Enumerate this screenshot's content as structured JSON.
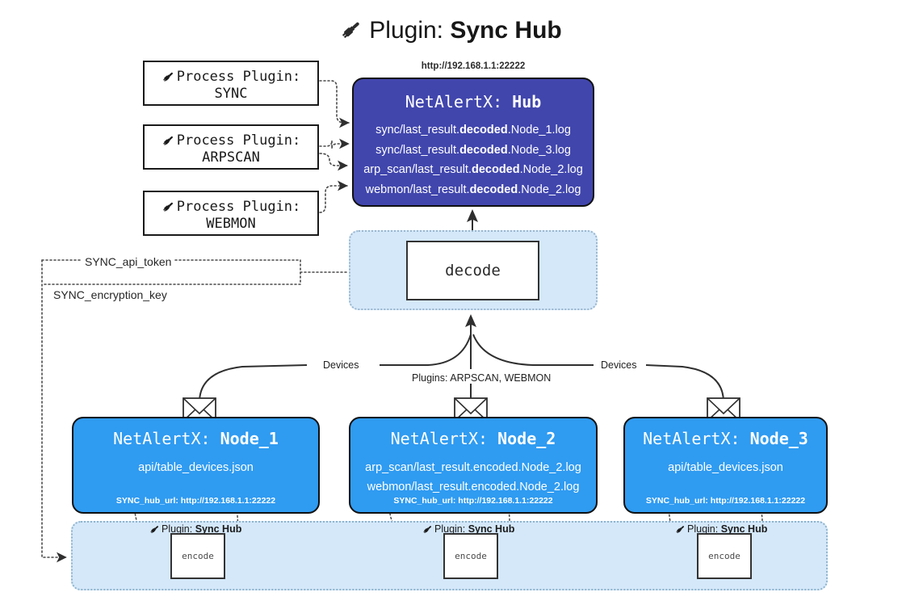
{
  "title": {
    "icon": "plug-icon",
    "prefix": "Plugin: ",
    "name": "Sync Hub"
  },
  "process_plugins": [
    {
      "icon": "plug-icon",
      "line1": "Process Plugin:",
      "line2": "SYNC"
    },
    {
      "icon": "plug-icon",
      "line1": "Process Plugin:",
      "line2": "ARPSCAN"
    },
    {
      "icon": "plug-icon",
      "line1": "Process Plugin:",
      "line2": "WEBMON"
    }
  ],
  "hub": {
    "url": "http://192.168.1.1:22222",
    "title_prefix": "NetAlertX: ",
    "title_name": "Hub",
    "color": "#4146ad",
    "logs": [
      {
        "pre": "sync/last_result.",
        "em": "decoded",
        "post": ".Node_1.log"
      },
      {
        "pre": "sync/last_result.",
        "em": "decoded",
        "post": ".Node_3.log"
      },
      {
        "pre": "arp_scan/last_result.",
        "em": "decoded",
        "post": ".Node_2.log"
      },
      {
        "pre": "webmon/last_result.",
        "em": "decoded",
        "post": ".Node_2.log"
      }
    ]
  },
  "decode": {
    "label": "decode",
    "zone_color": "#d4e8fa"
  },
  "tokens": [
    {
      "label": "SYNC_api_token"
    },
    {
      "label": "SYNC_encryption_key"
    }
  ],
  "edges": {
    "devices_left": "Devices",
    "devices_right": "Devices",
    "plugins_center": "Plugins: ARPSCAN, WEBMON"
  },
  "nodes": [
    {
      "icon": "envelope-icon",
      "title_prefix": "NetAlertX: ",
      "title_name": "Node_1",
      "color": "#2f9bf1",
      "lines": [
        "api/table_devices.json"
      ],
      "footer": "SYNC_hub_url: http://192.168.1.1:22222"
    },
    {
      "icon": "envelope-icon",
      "title_prefix": "NetAlertX: ",
      "title_name": "Node_2",
      "color": "#2f9bf1",
      "lines": [
        "arp_scan/last_result.encoded.Node_2.log",
        "webmon/last_result.encoded.Node_2.log"
      ],
      "footer": "SYNC_hub_url: http://192.168.1.1:22222"
    },
    {
      "icon": "envelope-icon",
      "title_prefix": "NetAlertX: ",
      "title_name": "Node_3",
      "color": "#2f9bf1",
      "lines": [
        "api/table_devices.json"
      ],
      "footer": "SYNC_hub_url: http://192.168.1.1:22222"
    }
  ],
  "band": {
    "color": "#d4e8fa",
    "plugins": [
      {
        "icon": "plug-icon",
        "prefix": "Plugin: ",
        "name": "Sync Hub",
        "box_label": "encode"
      },
      {
        "icon": "plug-icon",
        "prefix": "Plugin: ",
        "name": "Sync Hub",
        "box_label": "encode"
      },
      {
        "icon": "plug-icon",
        "prefix": "Plugin: ",
        "name": "Sync Hub",
        "box_label": "encode"
      }
    ]
  }
}
